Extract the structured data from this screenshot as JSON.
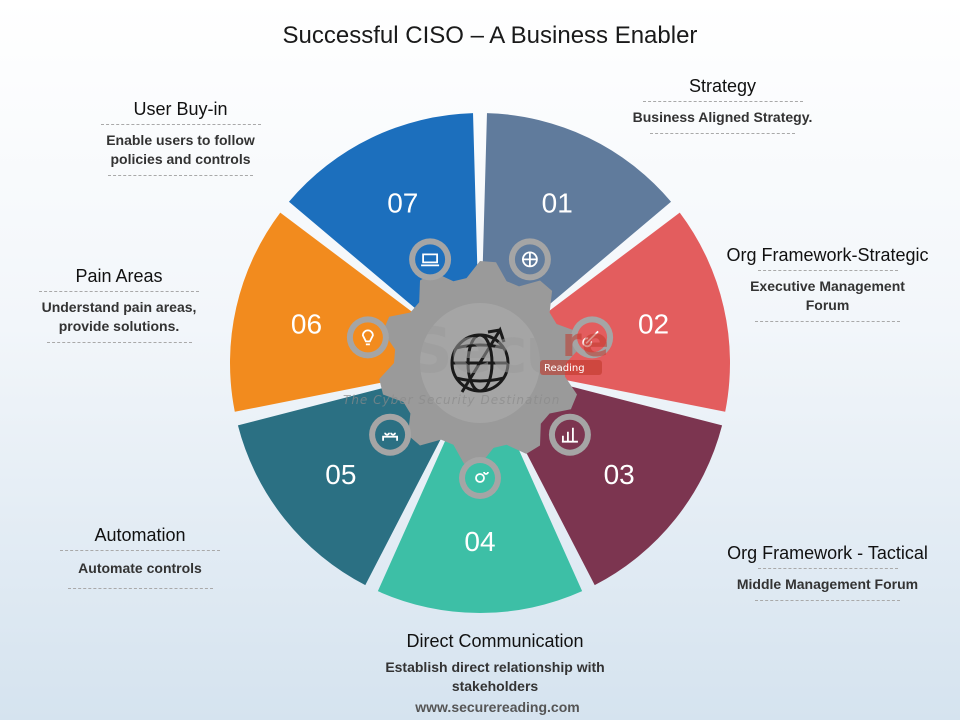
{
  "title": "Successful CISO – A Business Enabler",
  "website": "www.securereading.com",
  "watermark": {
    "main": "Secu",
    "accent": "re",
    "badge": "Reading",
    "tagline": "The Cyber Security Destination"
  },
  "segments": [
    {
      "number": "01",
      "color": "#607b9c",
      "icon": "globe-icon",
      "title": "Strategy",
      "description": "Business Aligned Strategy."
    },
    {
      "number": "02",
      "color": "#e35d5e",
      "icon": "guitar-icon",
      "title": "Org Framework-Strategic",
      "description": "Executive Management Forum"
    },
    {
      "number": "03",
      "color": "#7c3550",
      "icon": "bar-chart-icon",
      "title": "Org Framework - Tactical",
      "description": "Middle Management Forum"
    },
    {
      "number": "04",
      "color": "#3dbfa6",
      "icon": "gears-icon",
      "title": "Direct Communication",
      "description": "Establish direct relationship with stakeholders"
    },
    {
      "number": "05",
      "color": "#2b7083",
      "icon": "people-icon",
      "title": "Automation",
      "description": "Automate controls"
    },
    {
      "number": "06",
      "color": "#f28b1e",
      "icon": "lightbulb-icon",
      "title": "Pain Areas",
      "description": "Understand pain areas, provide solutions."
    },
    {
      "number": "07",
      "color": "#1c6fbd",
      "icon": "laptop-icon",
      "title": "User Buy-in",
      "description": "Enable users to follow policies and controls"
    }
  ]
}
